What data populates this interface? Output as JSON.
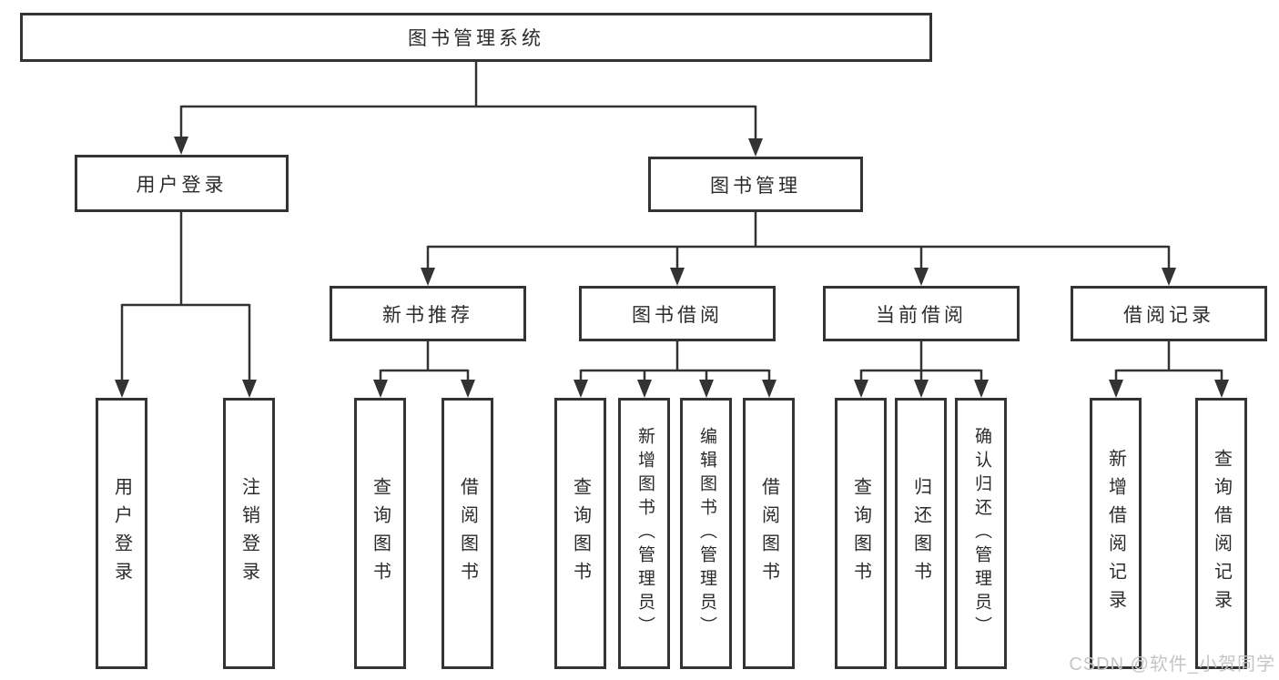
{
  "diagram": {
    "root": {
      "label": "图书管理系统"
    },
    "level2": [
      {
        "label": "用户登录",
        "leaves": [
          {
            "label": "用户登录"
          },
          {
            "label": "注销登录"
          }
        ]
      },
      {
        "label": "图书管理",
        "level3": [
          {
            "label": "新书推荐",
            "leaves": [
              {
                "label": "查询图书"
              },
              {
                "label": "借阅图书"
              }
            ]
          },
          {
            "label": "图书借阅",
            "leaves": [
              {
                "label": "查询图书"
              },
              {
                "label": "新增图书（管理员）"
              },
              {
                "label": "编辑图书（管理员）"
              },
              {
                "label": "借阅图书"
              }
            ]
          },
          {
            "label": "当前借阅",
            "leaves": [
              {
                "label": "查询图书"
              },
              {
                "label": "归还图书"
              },
              {
                "label": "确认归还（管理员）"
              }
            ]
          },
          {
            "label": "借阅记录",
            "leaves": [
              {
                "label": "新增借阅记录"
              },
              {
                "label": "查询借阅记录"
              }
            ]
          }
        ]
      }
    ]
  },
  "watermark": {
    "text": "CSDN @软件_小贺同学"
  },
  "colors": {
    "line": "#333333",
    "box_border": "#333333",
    "box_fill": "#ffffff",
    "text": "#2b2b2b",
    "watermark": "#c5c5c5",
    "background": "#ffffff"
  }
}
